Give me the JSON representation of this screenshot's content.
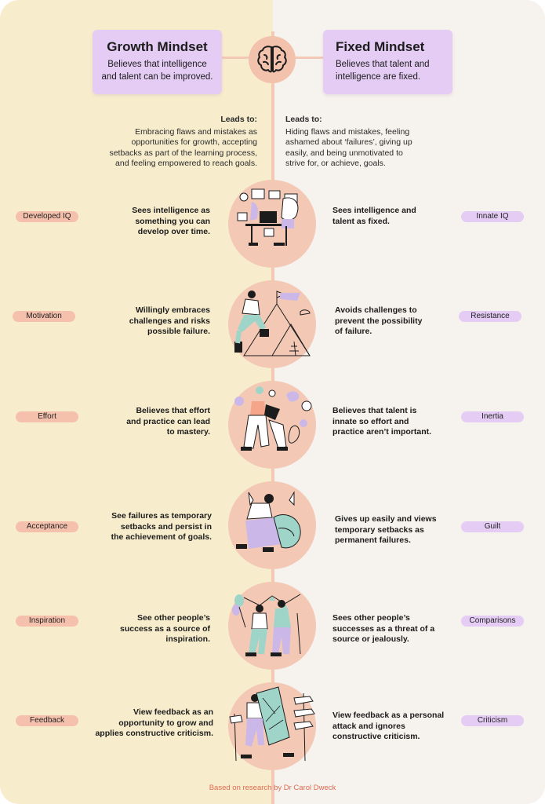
{
  "growth": {
    "title": "Growth Mindset",
    "desc_line1": "Believes that intelligence",
    "desc_line2": "and talent can be improved.",
    "leads_label": "Leads to:",
    "leads_lines": [
      "Embracing flaws and mistakes as",
      "opportunities for growth, accepting",
      "setbacks as part of the learning process,",
      "and feeling empowered to reach goals."
    ]
  },
  "fixed": {
    "title": "Fixed Mindset",
    "desc_line1": "Believes that talent and",
    "desc_line2": "intelligence are fixed.",
    "leads_label": "Leads to:",
    "leads_lines": [
      "Hiding flaws and mistakes, feeling",
      "ashamed about ‘failures’, giving up",
      "easily, and being unmotivated to",
      "strive for, or achieve, goals."
    ]
  },
  "rows": [
    {
      "left_label": "Developed IQ",
      "right_label": "Innate IQ",
      "left_text": [
        "Sees intelligence as",
        "something you can",
        "develop over time."
      ],
      "right_text": [
        "Sees intelligence and",
        "talent as fixed."
      ]
    },
    {
      "left_label": "Motivation",
      "right_label": "Resistance",
      "left_text": [
        "Willingly embraces",
        "challenges and risks",
        "possible failure."
      ],
      "right_text": [
        "Avoids challenges to",
        "prevent the possibility",
        "of failure."
      ]
    },
    {
      "left_label": "Effort",
      "right_label": "Inertia",
      "left_text": [
        "Believes that effort",
        "and practice can lead",
        "to mastery."
      ],
      "right_text": [
        "Believes that talent is",
        "innate so effort and",
        "practice aren’t important."
      ]
    },
    {
      "left_label": "Acceptance",
      "right_label": "Guilt",
      "left_text": [
        "See failures as temporary",
        "setbacks and persist in",
        "the achievement of goals."
      ],
      "right_text": [
        "Gives up easily and views",
        "temporary setbacks as",
        "permanent failures."
      ]
    },
    {
      "left_label": "Inspiration",
      "right_label": "Comparisons",
      "left_text": [
        "See other people’s",
        "success as a source of",
        "inspiration."
      ],
      "right_text": [
        "Sees other people’s",
        "successes as a threat of a",
        "source or jealously."
      ]
    },
    {
      "left_label": "Feedback",
      "right_label": "Criticism",
      "left_text": [
        "View feedback as an",
        "opportunity to grow and",
        "applies constructive criticism."
      ],
      "right_text": [
        "View feedback as a personal",
        "attack and ignores",
        "constructive criticism."
      ]
    }
  ],
  "footer": "Based on research  by Dr Carol Dweck",
  "colors": {
    "left_bg": "#f7edcd",
    "right_bg": "#f6f2ed",
    "accent_peach": "#f3c9b6",
    "accent_lilac": "#e4ccf4",
    "footer_red": "#e06b50"
  },
  "icons": [
    "brain-icon",
    "laptop-illustration",
    "mountain-climber-illustration",
    "dancers-illustration",
    "falling-person-illustration",
    "celebration-illustration",
    "map-reader-illustration"
  ]
}
